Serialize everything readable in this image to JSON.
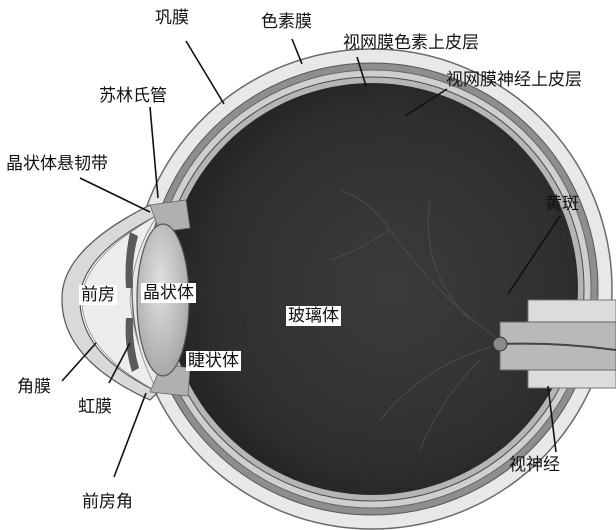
{
  "diagram": {
    "labels": {
      "sclera": "巩膜",
      "choroid": "色素膜",
      "rpe": "视网膜色素上皮层",
      "retina_neural": "视网膜神经上皮层",
      "schlemm": "苏林氏管",
      "zonule": "晶状体悬韧带",
      "macula": "黄斑",
      "anterior_chamber": "前房",
      "lens": "晶状体",
      "vitreous": "玻璃体",
      "ciliary_body": "睫状体",
      "cornea": "角膜",
      "iris": "虹膜",
      "optic_nerve": "视神经",
      "chamber_angle": "前房角"
    }
  }
}
